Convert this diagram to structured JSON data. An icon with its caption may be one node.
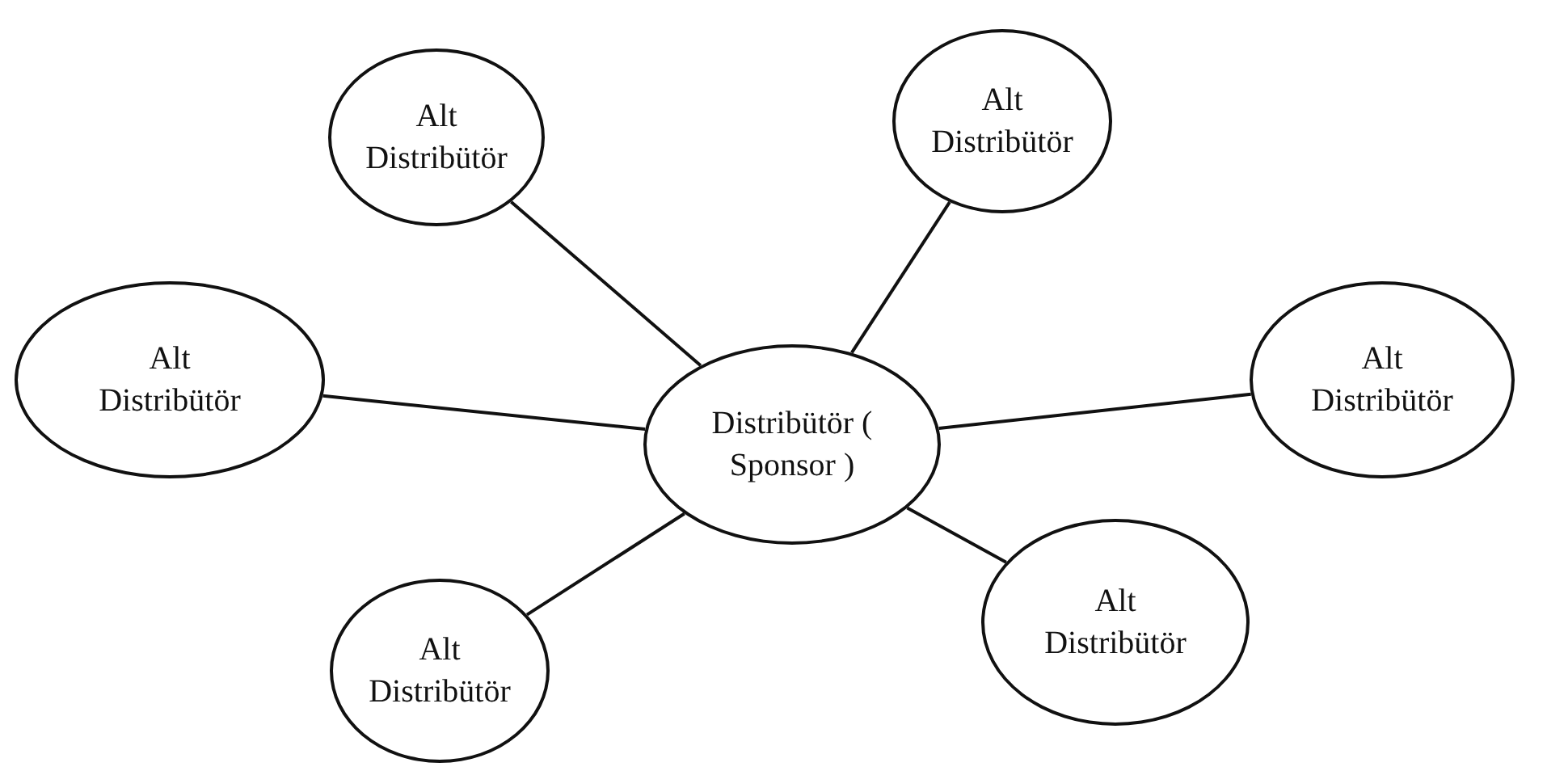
{
  "diagram": {
    "nodes": [
      {
        "text": [
          "Alt Distribütör"
        ]
      },
      {
        "text": [
          "Alt Distribütör"
        ]
      },
      {
        "text": [
          "Alt Distribütör"
        ]
      },
      {
        "text": [
          "Distribütör ( Sponsor )"
        ]
      },
      {
        "text": [
          "Alt Distribütör"
        ]
      },
      {
        "text": [
          "Alt Distribütör"
        ]
      },
      {
        "text": [
          "Alt Distribütör"
        ]
      }
    ],
    "edges": [
      {
        "from": 3,
        "to": 0,
        "arrow": "none"
      },
      {
        "from": 3,
        "to": 1,
        "arrow": "none"
      },
      {
        "from": 3,
        "to": 2,
        "arrow": "none"
      },
      {
        "from": 3,
        "to": 4,
        "arrow": "none"
      },
      {
        "from": 3,
        "to": 5,
        "arrow": "none"
      },
      {
        "from": 3,
        "to": 6,
        "arrow": "none"
      }
    ]
  }
}
